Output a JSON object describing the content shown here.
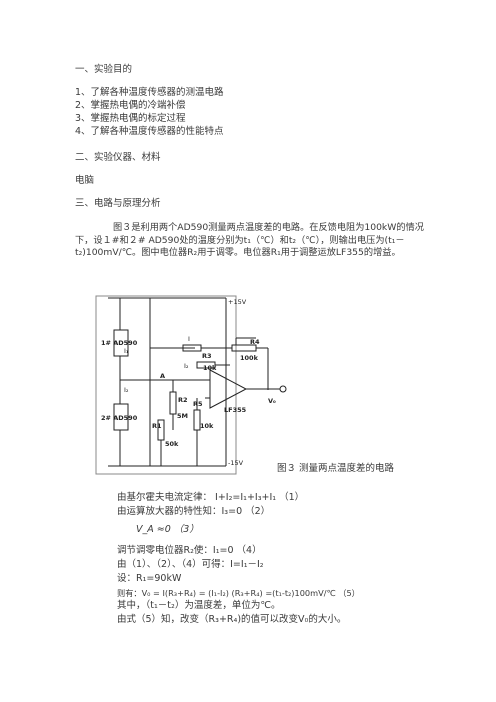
{
  "sections": {
    "s1": "一、实验目的",
    "s1_items": [
      "1、了解各种温度传感器的测温电路",
      "2、掌握热电偶的冷端补偿",
      "3、掌握热电偶的标定过程",
      "4、了解各种温度传感器的性能特点"
    ],
    "s2": "二、实验仪器、材料",
    "s2_body": "电脑",
    "s3": "三、电路与原理分析",
    "intro": "图３是利用两个AD590测量两点温度差的电路。在反馈电阻为100kW的情况下，设１#和２# AD590处的温度分别为t₁（℃）和t₂（℃），则输出电压为(t₁－t₂)100mV/℃。图中电位器R₂用于调零。电位器R₁用于调整运放LF355的增益。"
  },
  "figure": {
    "caption": "图３ 测量两点温度差的电路",
    "labels": {
      "vplus": "+15V",
      "vminus": "-15V",
      "ad1": "1# AD590",
      "ad2": "2# AD590",
      "i1": "I₁",
      "i2a": "I₂",
      "i_top": "I",
      "i2_mid": "I₂",
      "r3": "R3",
      "r3v": "10k",
      "r4": "R4",
      "r4v": "100k",
      "node_a": "A",
      "r2": "R2",
      "r2v": "5M",
      "r5": "R5",
      "r5v": "10k",
      "r1": "R1",
      "r1v": "50k",
      "op": "LF355",
      "vo": "V₀"
    }
  },
  "equations": [
    "由基尔霍夫电流定律：   I+I₂=I₁+I₃+I₁  （1）",
    "由运算放大器的特性知：I₃=0  （2）",
    "V_A ≈0  （3）",
    "调节调零电位器R₂使：I₁=0  （4）",
    "由（1）、（2）、（4）可得：I=I₁－I₂",
    "设：R₁=90kW",
    "则有：V₀  =  I(R₃+R₄)  =  (I₁-I₂)  (R₃+R₄)  =(t₁-t₂)100mV/℃  （5）",
    "其中，（t₁－t₂）为温度差，单位为℃。",
    "由式（5）知，改变（R₃+R₄)的值可以改变V₀的大小。"
  ]
}
